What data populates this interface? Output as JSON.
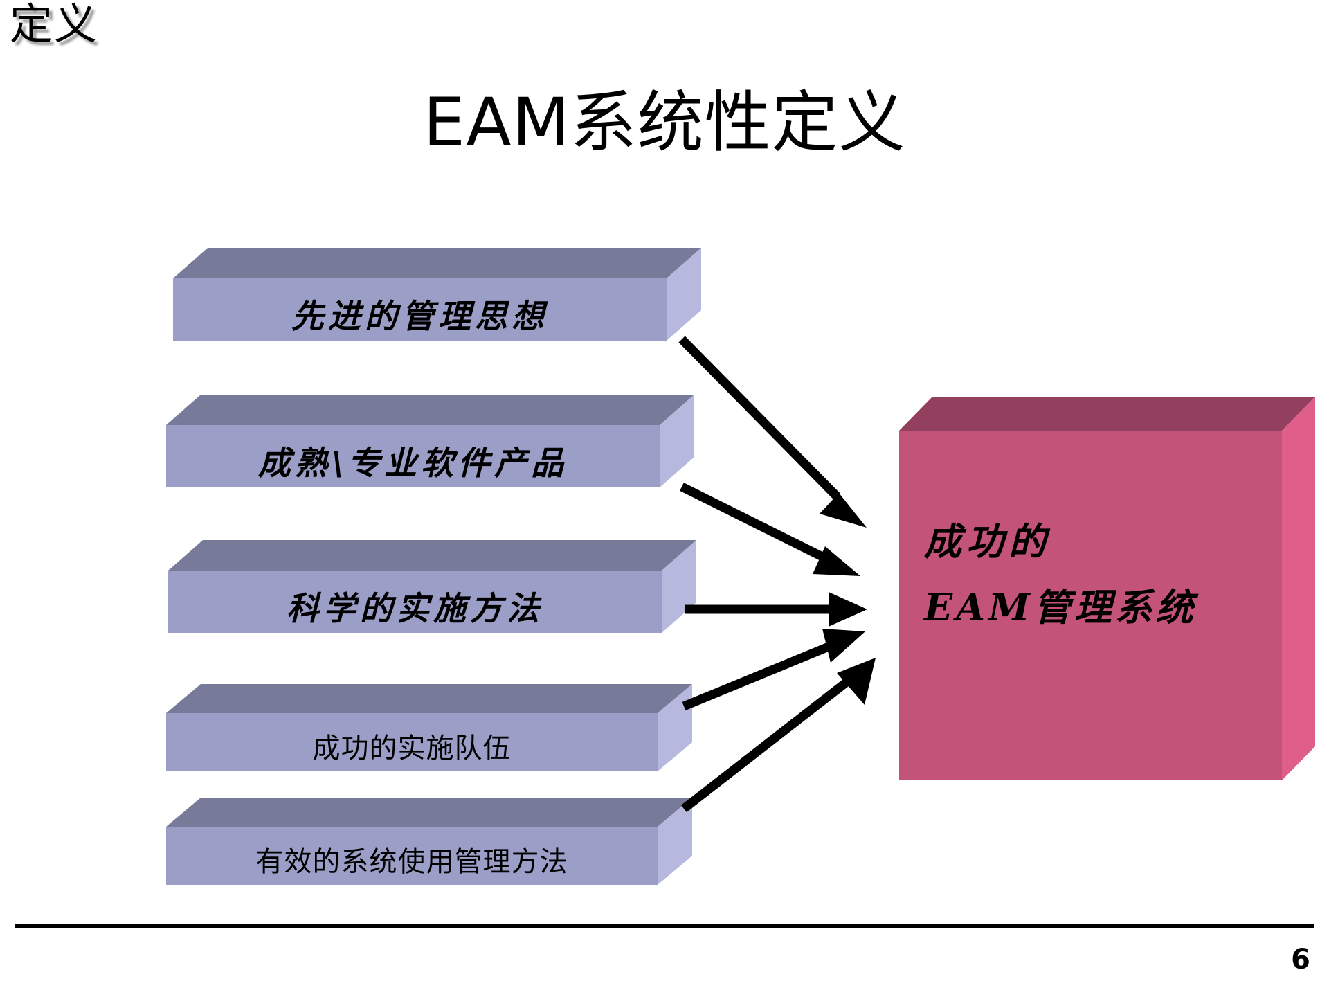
{
  "slide": {
    "header_label": "定义",
    "title": "EAM系统性定义",
    "page_number": "6",
    "background_color": "#ffffff"
  },
  "colors": {
    "source_box_front": "#9b9ec6",
    "source_box_top": "#787a99",
    "source_box_side": "#b6b8dd",
    "target_box_front": "#c4537a",
    "target_box_top": "#93405e",
    "target_box_side": "#e05e8a",
    "arrow": "#000000",
    "text": "#000000"
  },
  "diagram": {
    "type": "convergence",
    "source_boxes": [
      {
        "id": "box-1",
        "label": "先进的管理思想",
        "style": "kai"
      },
      {
        "id": "box-2",
        "label": "成熟\\专业软件产品",
        "style": "kai"
      },
      {
        "id": "box-3",
        "label": "科学的实施方法",
        "style": "kai"
      },
      {
        "id": "box-4",
        "label": "成功的实施队伍",
        "style": "song"
      },
      {
        "id": "box-5",
        "label": "有效的系统使用管理方法",
        "style": "song"
      }
    ],
    "target_box": {
      "id": "target-box",
      "line1": "成功的",
      "line2": "EAM管理系统"
    },
    "arrow_count": 5
  }
}
